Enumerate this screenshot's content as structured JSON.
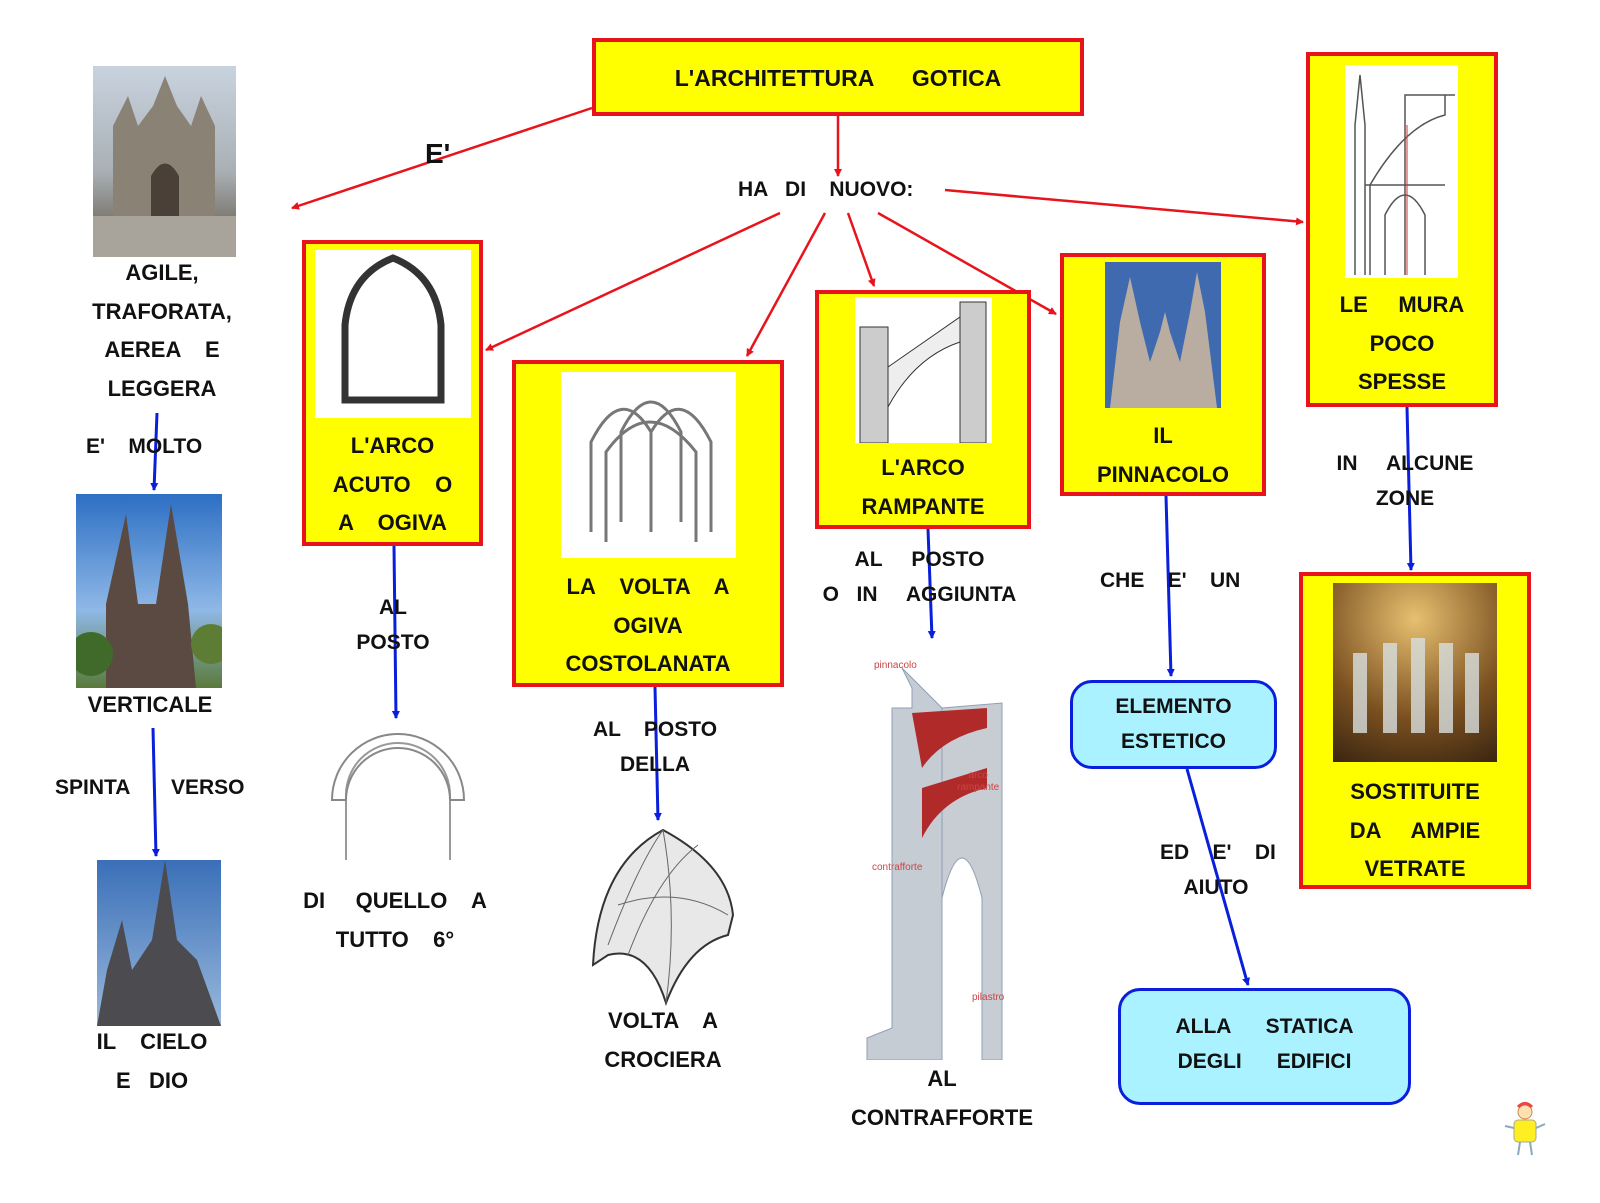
{
  "title": "L'ARCHITETTURA      GOTICA",
  "edge_labels": {
    "e": "E'",
    "ha_di_nuovo": "HA   DI    NUOVO:",
    "e_molto": "E'    MOLTO",
    "spinta": "SPINTA",
    "verso": "VERSO",
    "al_posto_1": "AL\nPOSTO",
    "al_posto_della": "AL    POSTO\nDELLA",
    "al_posto_aggiunta": "AL     POSTO\nO   IN     AGGIUNTA",
    "che_e_un": "CHE    E'    UN",
    "ed_e_di_aiuto": "ED    E'    DI\nAIUTO",
    "in_alcune_zone": "IN     ALCUNE\nZONE"
  },
  "left": {
    "qualities": "AGILE,\nTRAFORATA,\nAEREA    E\nLEGGERA",
    "verticale": "VERTICALE",
    "cielo": "IL    CIELO\nE   DIO"
  },
  "nodes": {
    "arco_acuto": "L'ARCO\nACUTO    O\nA    OGIVA",
    "volta": "LA    VOLTA    A\nOGIVA\nCOSTOLANATA",
    "arco_rampante": "L'ARCO\nRAMPANTE",
    "pinnacolo": "IL\nPINNACOLO",
    "mura": "LE     MURA\nPOCO\nSPESSE",
    "vetrate": "SOSTITUITE\nDA     AMPIE\nVETRATE",
    "elemento": "ELEMENTO\nESTETICO",
    "statica": "ALLA      STATICA\nDEGLI      EDIFICI"
  },
  "outcomes": {
    "tutto_sesto": "DI     QUELLO    A\nTUTTO    6°",
    "crociera": "VOLTA    A\nCROCIERA",
    "contrafforte": "AL\nCONTRAFFORTE"
  },
  "contrafforte_labels": {
    "pinnacolo": "pinnacolo",
    "arco": "arco\nrampante",
    "contrafforte": "contrafforte",
    "pilastro": "pilastro"
  },
  "colors": {
    "box_fill": "#ffff00",
    "box_border": "#e8141c",
    "arrow_red": "#e8141c",
    "arrow_blue": "#0a1fdb",
    "rbox_fill": "#aaf2ff"
  }
}
